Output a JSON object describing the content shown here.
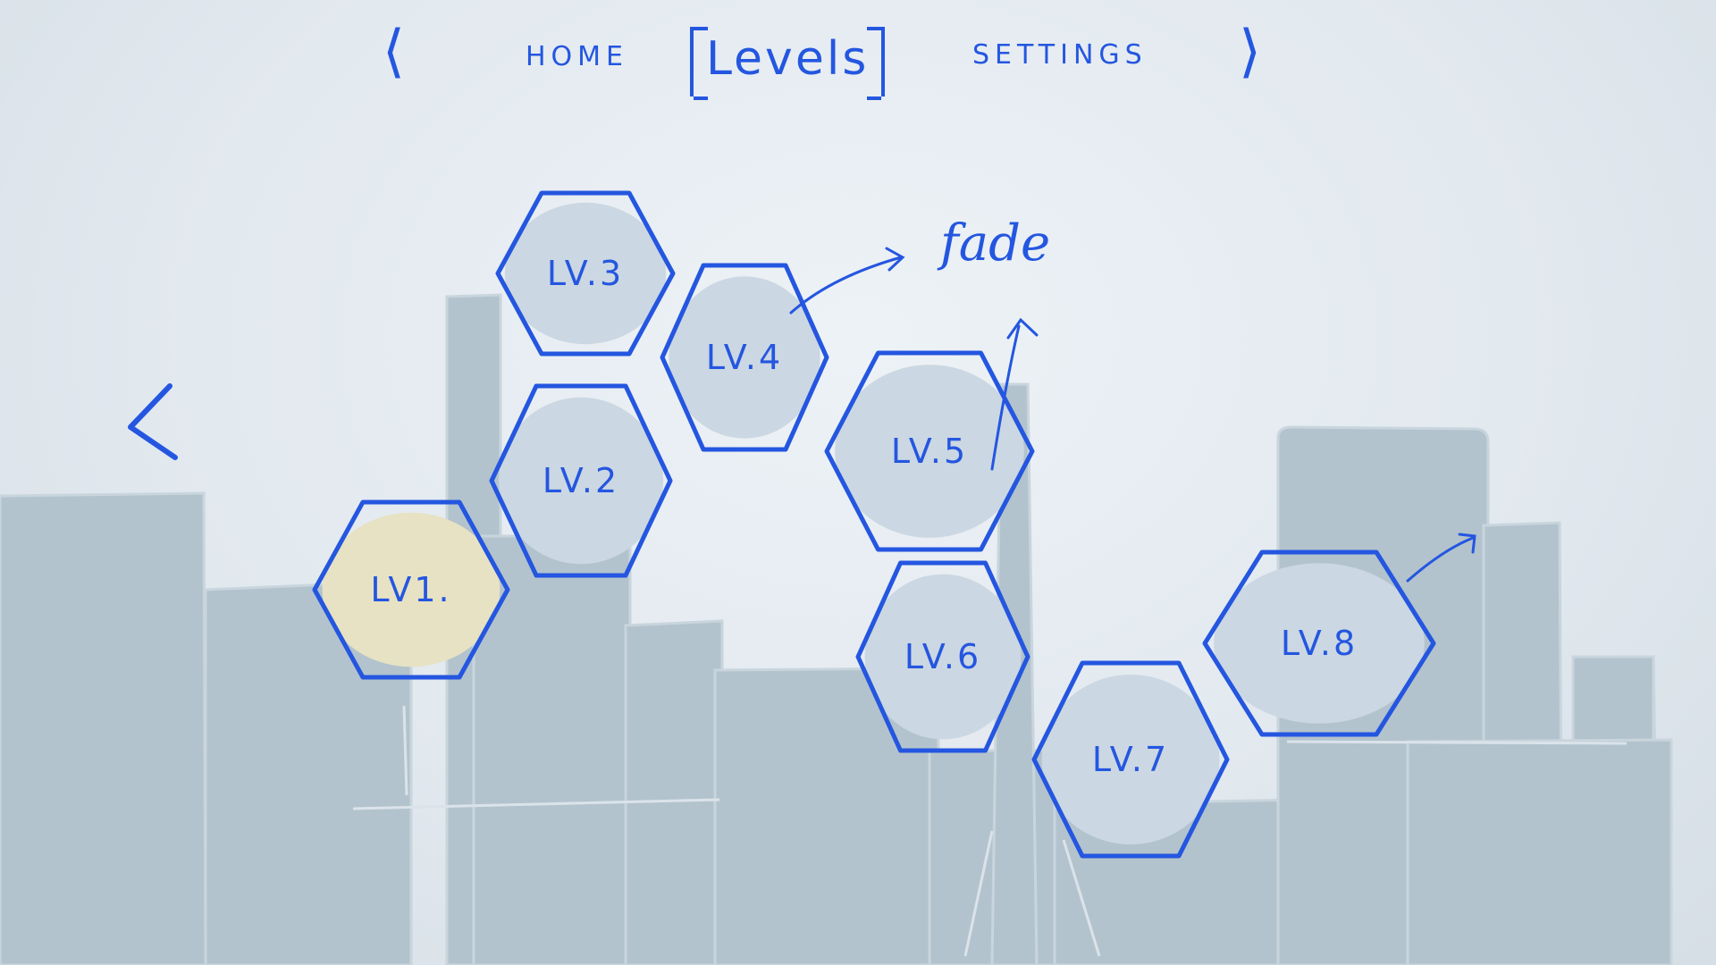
{
  "nav": {
    "prev_icon": "chevron-left-icon",
    "tabs": [
      {
        "label": "HOME",
        "active": false
      },
      {
        "label": "Levels",
        "active": true
      },
      {
        "label": "SETTINGS",
        "active": false
      }
    ],
    "next_icon": "chevron-right-icon"
  },
  "page_back_icon": "chevron-left-icon",
  "levels": [
    {
      "label": "LV1.",
      "state": "current",
      "fill": "#e6e2c3"
    },
    {
      "label": "LV.2",
      "state": "locked"
    },
    {
      "label": "LV.3",
      "state": "locked"
    },
    {
      "label": "LV.4",
      "state": "locked"
    },
    {
      "label": "LV.5",
      "state": "locked"
    },
    {
      "label": "LV.6",
      "state": "locked"
    },
    {
      "label": "LV.7",
      "state": "locked"
    },
    {
      "label": "LV.8",
      "state": "locked"
    }
  ],
  "annotation": {
    "text": "fade"
  },
  "colors": {
    "stroke": "#2456e0",
    "cloud": "#cbd7e2",
    "city": "#b3c3cd",
    "current_fill": "#e6e2c3"
  }
}
